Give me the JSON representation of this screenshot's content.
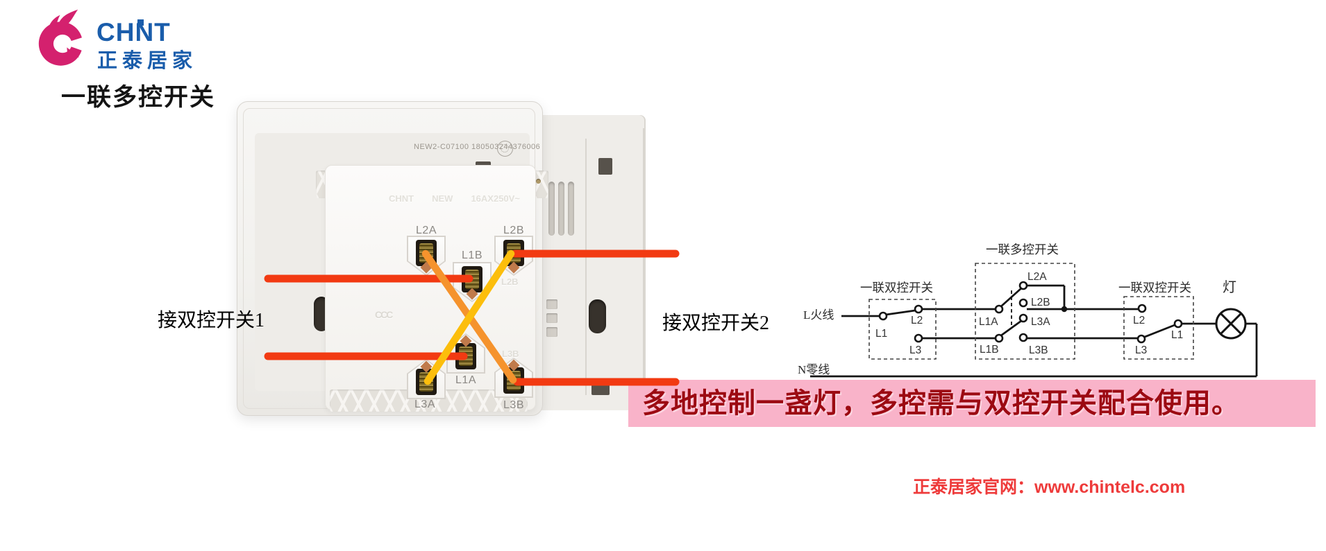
{
  "header": {
    "brand_word": "CHNT",
    "brand_cn": "正泰居家",
    "page_title": "一联多控开关"
  },
  "photo": {
    "serial_text": "NEW2-C07100 180503244376006",
    "emboss_brand": "CHNT",
    "emboss_new": "NEW",
    "emboss_rating": "16AX250V~",
    "emboss_echo_top": "L2B",
    "emboss_echo_bottom": "L3B",
    "cert_mark": "CCC",
    "terminals": {
      "l2a": "L2A",
      "l1b": "L1B",
      "l2b": "L2B",
      "l1a": "L1A",
      "l3a": "L3A",
      "l3b": "L3B"
    },
    "left_callout": "接双控开关1",
    "right_callout": "接双控开关2"
  },
  "diagram": {
    "live_label": "L火线",
    "neutral_label": "N零线",
    "lamp_label": "灯",
    "switch1": {
      "title": "一联双控开关",
      "l1": "L1",
      "l2": "L2",
      "l3": "L3"
    },
    "multi": {
      "title": "一联多控开关",
      "l1a": "L1A",
      "l1b": "L1B",
      "l2a": "L2A",
      "l2b": "L2B",
      "l3a": "L3A",
      "l3b": "L3B"
    },
    "switch2": {
      "title": "一联双控开关",
      "l1": "L1",
      "l2": "L2",
      "l3": "L3"
    }
  },
  "banner": {
    "text": "多地控制一盏灯，多控需与双控开关配合使用。"
  },
  "footer": {
    "text": "正泰居家官网：www.chintelc.com"
  },
  "colors": {
    "brand_blue": "#1a5dab",
    "brand_pink": "#d4216e",
    "wire_red": "#f23a12",
    "wire_orange": "#f5932d",
    "wire_yellow": "#fcbe0c",
    "schematic_line": "#141414",
    "banner_bg": "#f9b3c9",
    "banner_text": "#9c0a12",
    "footer_red": "#ee3b3b"
  }
}
